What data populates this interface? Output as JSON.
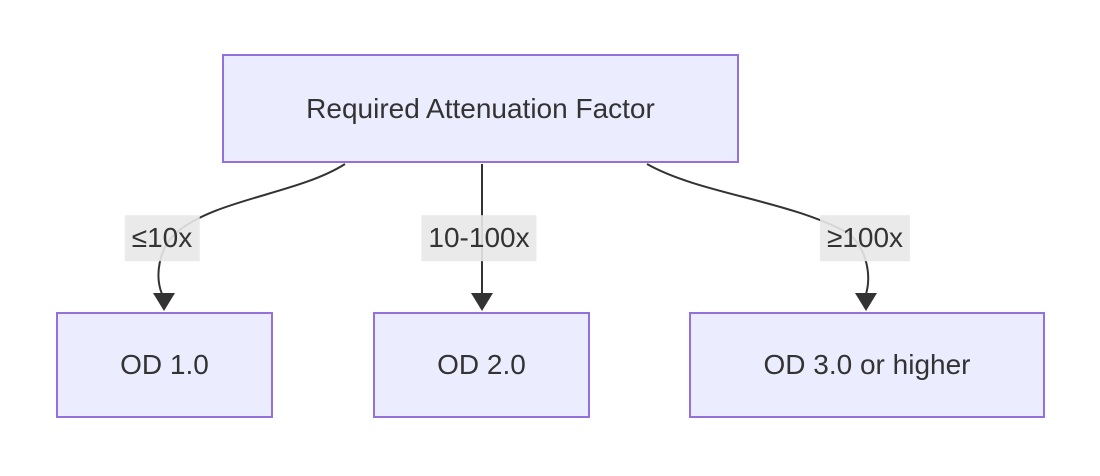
{
  "diagram": {
    "type": "flowchart",
    "direction": "top-down",
    "root": {
      "label": "Required Attenuation Factor"
    },
    "branches": [
      {
        "condition": "≤10x",
        "result": "OD 1.0"
      },
      {
        "condition": "10-100x",
        "result": "OD 2.0"
      },
      {
        "condition": "≥100x",
        "result": "OD 3.0 or higher"
      }
    ],
    "colors": {
      "node_fill": "#ECECFF",
      "node_border": "#9370DB",
      "edge_stroke": "#333333",
      "edge_label_bg": "#e8e8e8",
      "text": "#333333",
      "background": "#ffffff"
    }
  }
}
